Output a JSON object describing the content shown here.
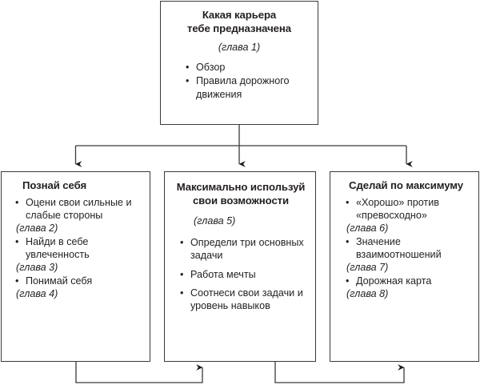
{
  "diagram": {
    "title": "Career book chapter flow chart",
    "colors": {
      "box_border": "#3a3a3a",
      "connector": "#3a3a3a",
      "background": "#ffffff",
      "text": "#231f20"
    },
    "bullet_glyph": "•"
  },
  "nodes": {
    "top": {
      "title_line1": "Какая карьера",
      "title_line2": "тебе предназначена",
      "chapter": "(глава 1)",
      "bullets": [
        {
          "text": "Обзор",
          "chapter": ""
        },
        {
          "text": "Правила дорожного движения",
          "chapter": ""
        }
      ]
    },
    "left": {
      "title_line1": "Познай себя",
      "title_line2": "",
      "chapter": "",
      "bullets": [
        {
          "text": "Оцени свои сильные и слабые стороны",
          "chapter": "(глава 2)"
        },
        {
          "text": "Найди в себе увлеченность",
          "chapter": "(глава 3)"
        },
        {
          "text": "Понимай себя",
          "chapter": "(глава 4)"
        }
      ]
    },
    "mid": {
      "title_line1": "Максимально используй",
      "title_line2": "свои возможности",
      "chapter": "(глава 5)",
      "bullets": [
        {
          "text": "Определи три основных задачи",
          "chapter": ""
        },
        {
          "text": "Работа мечты",
          "chapter": ""
        },
        {
          "text": "Соотнеси свои задачи и уровень навыков",
          "chapter": ""
        }
      ]
    },
    "right": {
      "title_line1": "Сделай по максимуму",
      "title_line2": "",
      "chapter": "",
      "bullets": [
        {
          "text": "«Хорошо» против «превосходно»",
          "chapter": "(глава 6)"
        },
        {
          "text": "Значение взаимоотношений",
          "chapter": "(глава 7)"
        },
        {
          "text": "Дорожная карта",
          "chapter": "(глава 8)"
        }
      ]
    }
  },
  "connectors": [
    {
      "name": "top-to-left",
      "kind": "arrow-down"
    },
    {
      "name": "top-to-mid",
      "kind": "arrow-down"
    },
    {
      "name": "top-to-right",
      "kind": "arrow-down"
    },
    {
      "name": "left-to-mid-feedback",
      "kind": "arrow-up"
    },
    {
      "name": "mid-to-right-feedback",
      "kind": "arrow-up"
    }
  ]
}
